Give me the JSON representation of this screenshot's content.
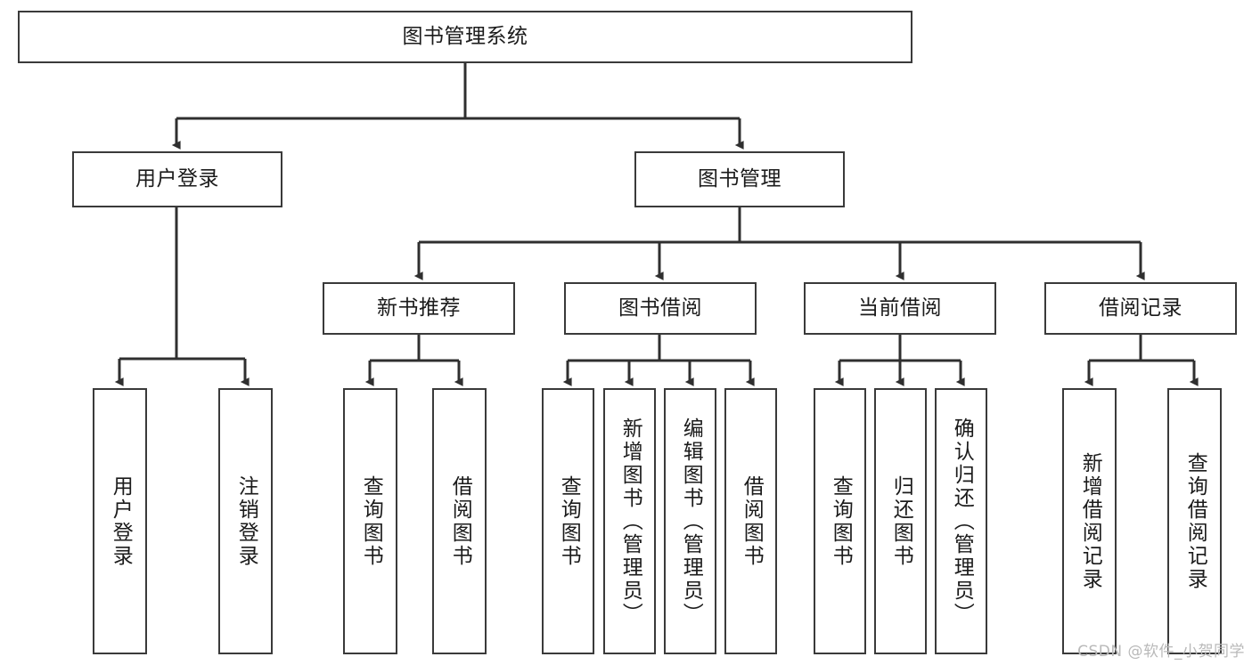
{
  "diagram": {
    "type": "hierarchy-tree",
    "title": "图书管理系统",
    "watermark": "CSDN @软件_小贺同学",
    "colors": {
      "box_border": "#3a3a3a",
      "box_fill": "#ffffff",
      "connector": "#2f2f2f",
      "text": "#1b1b1b",
      "watermark": "#b9b9b9"
    },
    "levels": [
      {
        "level": 1,
        "nodes": [
          {
            "id": "root",
            "label": "图书管理系统",
            "orientation": "horizontal"
          }
        ]
      },
      {
        "level": 2,
        "nodes": [
          {
            "id": "login",
            "label": "用户登录",
            "orientation": "horizontal",
            "parent": "root"
          },
          {
            "id": "bookmgmt",
            "label": "图书管理",
            "orientation": "horizontal",
            "parent": "root"
          }
        ]
      },
      {
        "level": 3,
        "nodes": [
          {
            "id": "newbook",
            "label": "新书推荐",
            "orientation": "horizontal",
            "parent": "bookmgmt"
          },
          {
            "id": "borrow",
            "label": "图书借阅",
            "orientation": "horizontal",
            "parent": "bookmgmt"
          },
          {
            "id": "current",
            "label": "当前借阅",
            "orientation": "horizontal",
            "parent": "bookmgmt"
          },
          {
            "id": "record",
            "label": "借阅记录",
            "orientation": "horizontal",
            "parent": "bookmgmt"
          }
        ]
      },
      {
        "level": 4,
        "nodes": [
          {
            "id": "leaf1",
            "label": "用户登录",
            "orientation": "vertical",
            "parent": "login"
          },
          {
            "id": "leaf2",
            "label": "注销登录",
            "orientation": "vertical",
            "parent": "login"
          },
          {
            "id": "leaf3",
            "label": "查询图书",
            "orientation": "vertical",
            "parent": "newbook"
          },
          {
            "id": "leaf4",
            "label": "借阅图书",
            "orientation": "vertical",
            "parent": "newbook"
          },
          {
            "id": "leaf5",
            "label": "查询图书",
            "orientation": "vertical",
            "parent": "borrow"
          },
          {
            "id": "leaf6",
            "label": "新增图书（管理员）",
            "orientation": "vertical",
            "parent": "borrow"
          },
          {
            "id": "leaf7",
            "label": "编辑图书（管理员）",
            "orientation": "vertical",
            "parent": "borrow"
          },
          {
            "id": "leaf8",
            "label": "借阅图书",
            "orientation": "vertical",
            "parent": "borrow"
          },
          {
            "id": "leaf9",
            "label": "查询图书",
            "orientation": "vertical",
            "parent": "current"
          },
          {
            "id": "leaf10",
            "label": "归还图书",
            "orientation": "vertical",
            "parent": "current"
          },
          {
            "id": "leaf11",
            "label": "确认归还（管理员）",
            "orientation": "vertical",
            "parent": "current"
          },
          {
            "id": "leaf12",
            "label": "新增借阅记录",
            "orientation": "vertical",
            "parent": "record"
          },
          {
            "id": "leaf13",
            "label": "查询借阅记录",
            "orientation": "vertical",
            "parent": "record"
          }
        ]
      }
    ]
  }
}
